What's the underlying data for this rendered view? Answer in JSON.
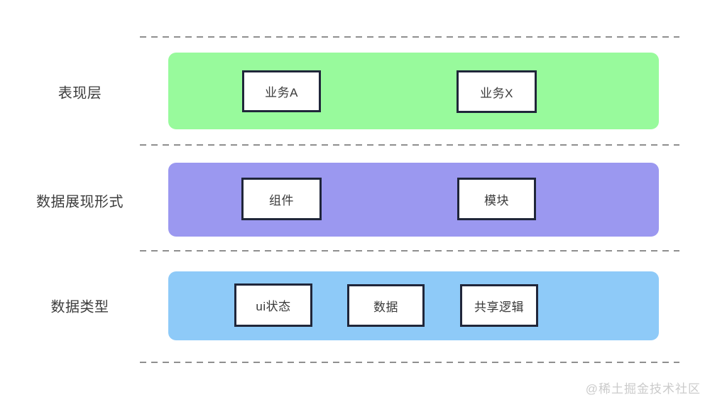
{
  "diagram": {
    "type": "layered-architecture",
    "layers": [
      {
        "id": "presentation",
        "label": "表现层",
        "band_color": "#98fa9c",
        "boxes": [
          {
            "label": "业务A"
          },
          {
            "label": "业务X"
          }
        ]
      },
      {
        "id": "data-display-form",
        "label": "数据展现形式",
        "band_color": "#9b98f0",
        "boxes": [
          {
            "label": "组件"
          },
          {
            "label": "模块"
          }
        ]
      },
      {
        "id": "data-type",
        "label": "数据类型",
        "band_color": "#8ecaf8",
        "boxes": [
          {
            "label": "ui状态"
          },
          {
            "label": "数据"
          },
          {
            "label": "共享逻辑"
          }
        ]
      }
    ],
    "separator_style": "dashed",
    "separator_color": "#8f8f8f",
    "box_border_color": "#20263a",
    "box_fill_color": "#ffffff",
    "text_color": "#3c3c3c"
  },
  "watermark": "@稀土掘金技术社区"
}
